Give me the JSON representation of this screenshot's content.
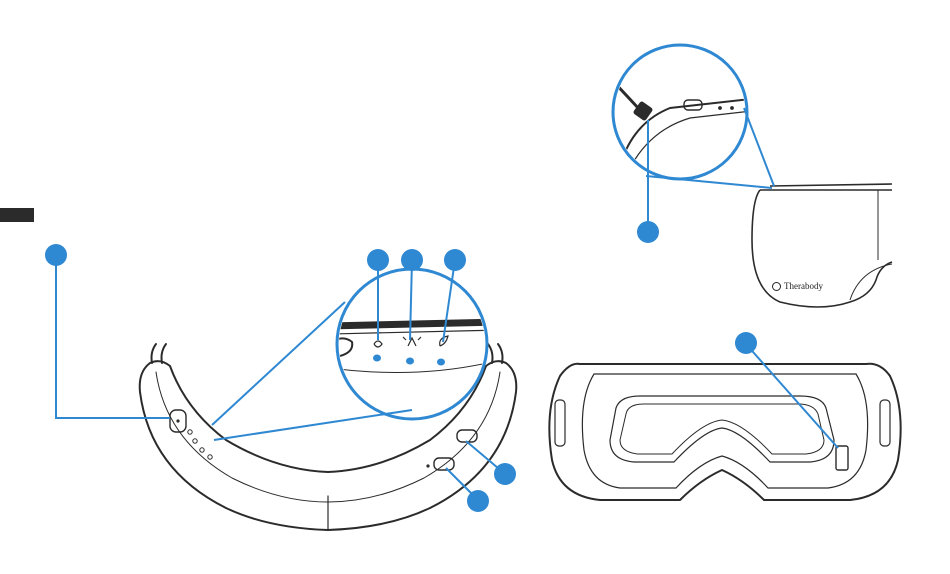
{
  "product": {
    "brand_name": "Therabody"
  },
  "colors": {
    "accent": "#2f88d2",
    "outline": "#2b2b2b",
    "side_tab": "#2b2b2b"
  },
  "callouts": [
    {
      "id": "callout-1",
      "label": ""
    },
    {
      "id": "callout-2",
      "label": ""
    },
    {
      "id": "callout-3",
      "label": ""
    },
    {
      "id": "callout-4",
      "label": ""
    },
    {
      "id": "callout-5",
      "label": ""
    },
    {
      "id": "callout-6",
      "label": ""
    },
    {
      "id": "callout-7",
      "label": ""
    },
    {
      "id": "callout-8",
      "label": ""
    }
  ],
  "icons": [
    "power-button-icon",
    "mode-icon",
    "sun-icon",
    "moon-icon",
    "bluetooth-icon",
    "music-note-icon",
    "usb-port-icon",
    "therabody-logo-icon"
  ]
}
